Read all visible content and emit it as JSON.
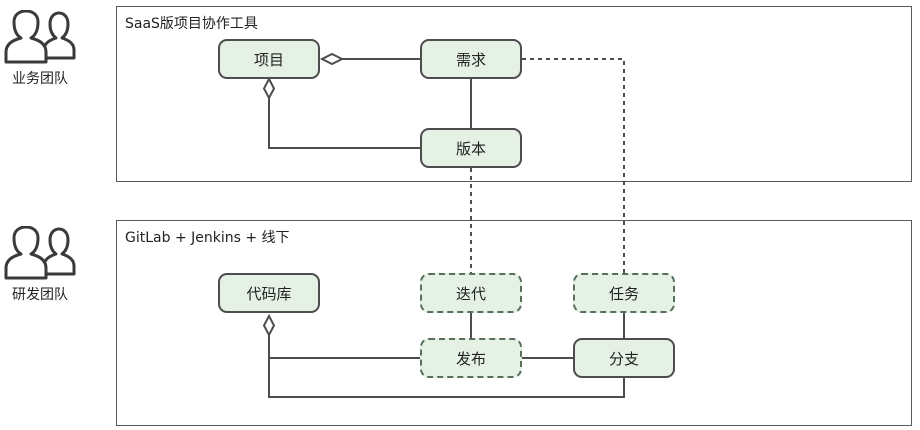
{
  "business_team": {
    "label": "业务团队",
    "icon": "users-icon"
  },
  "dev_team": {
    "label": "研发团队",
    "icon": "users-icon"
  },
  "saas_frame": {
    "title": "SaaS版项目协作工具",
    "nodes": {
      "project": "项目",
      "requirement": "需求",
      "version": "版本"
    }
  },
  "dev_frame": {
    "title": "GitLab + Jenkins + 线下",
    "nodes": {
      "codebase": "代码库",
      "iteration": "迭代",
      "task": "任务",
      "release": "发布",
      "branch": "分支"
    }
  },
  "colors": {
    "node_fill": "#e6f1e6",
    "node_border": "#4d4d4d",
    "dashed_border": "#56705a",
    "line": "#4d4d4d"
  }
}
